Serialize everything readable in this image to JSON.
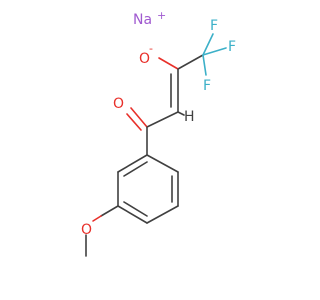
{
  "molecule": {
    "atoms": {
      "sodium": "Na",
      "sodium_charge": "+",
      "enolate_oxygen": "O",
      "enolate_charge": "-",
      "fluorine_1": "F",
      "fluorine_2": "F",
      "fluorine_3": "F",
      "carbonyl_oxygen": "O",
      "vinyl_hydrogen": "H",
      "methoxy_oxygen": "O"
    },
    "colors": {
      "carbon_bond": "#404040",
      "oxygen": "#e8302a",
      "fluorine": "#3cb0c8",
      "sodium": "#a05ad0"
    }
  }
}
